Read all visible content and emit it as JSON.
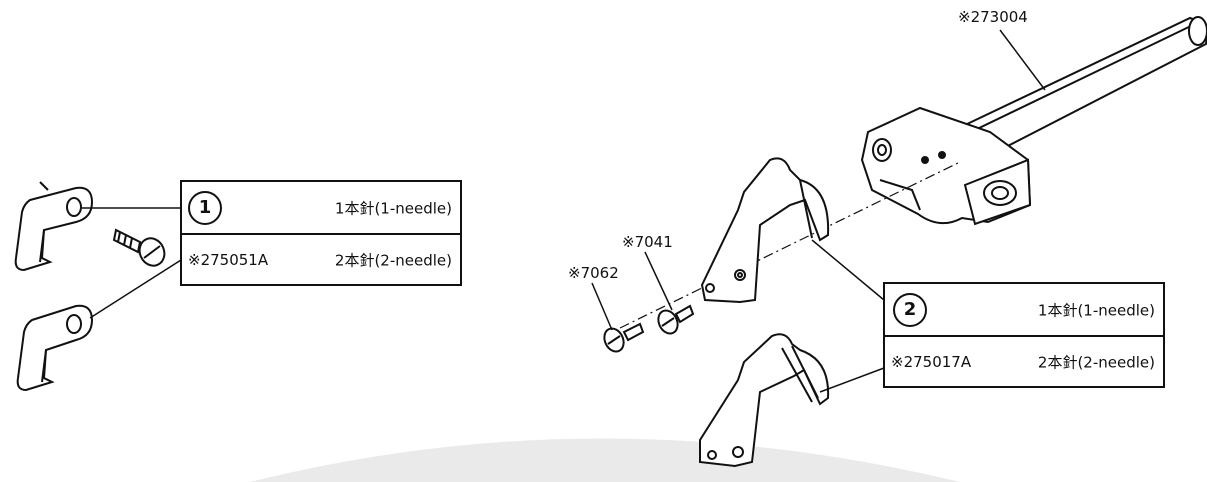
{
  "part1": {
    "number": "1",
    "one_needle": "1本針(1-needle)",
    "code": "※275051A",
    "two_needle": "2本針(2-needle)"
  },
  "part2": {
    "number": "2",
    "one_needle": "1本針(1-needle)",
    "code": "※275017A",
    "two_needle": "2本針(2-needle)"
  },
  "refs": {
    "shaft": "※273004",
    "screw_a": "※7041",
    "screw_b": "※7062"
  },
  "colors": {
    "ink": "#111111",
    "shade": "#d9d9d9",
    "paper": "#ffffff"
  }
}
